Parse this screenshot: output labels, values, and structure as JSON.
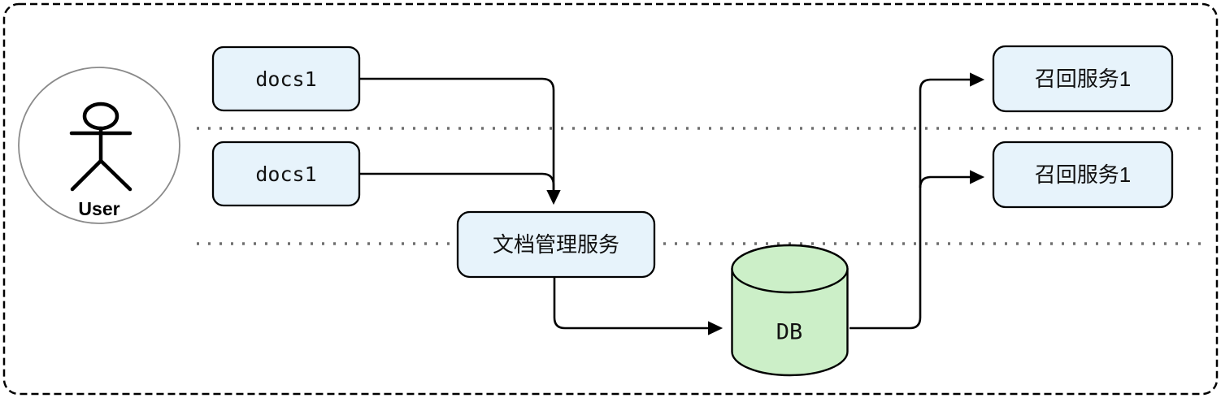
{
  "diagram": {
    "actor": {
      "label": "User"
    },
    "nodes": {
      "docs_top": {
        "label": "docs1"
      },
      "docs_bottom": {
        "label": "docs1"
      },
      "doc_service": {
        "label": "文档管理服务"
      },
      "db": {
        "label": "DB"
      },
      "recall_top": {
        "label": "召回服务1"
      },
      "recall_bottom": {
        "label": "召回服务1"
      }
    },
    "colors": {
      "background": "#ffffff",
      "stroke": "#000000",
      "node_fill_blue": "#e7f3fb",
      "db_fill_green": "#ccefc8",
      "dotted_line": "#6f6f6f",
      "actor_circle_stroke": "#8a8a8a"
    }
  }
}
